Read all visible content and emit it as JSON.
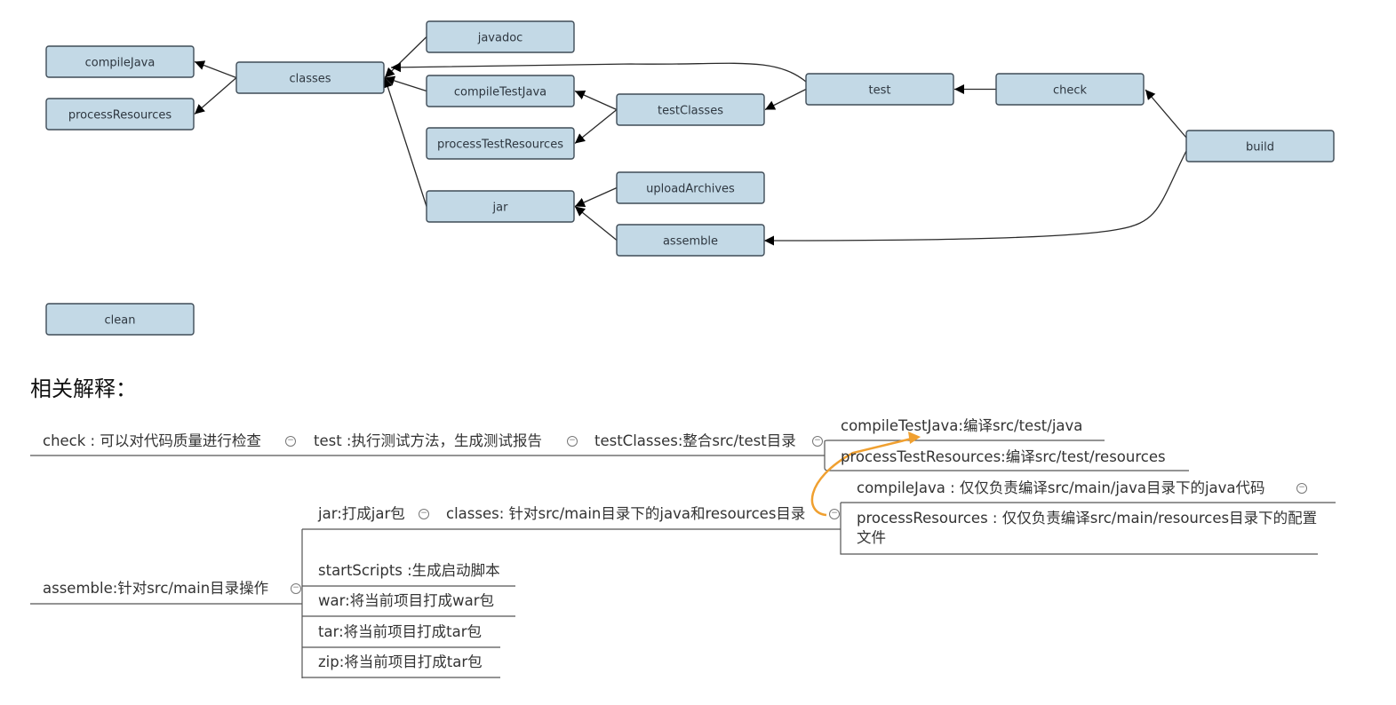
{
  "graph": {
    "nodes": [
      {
        "id": "compileJava",
        "label": "compileJava"
      },
      {
        "id": "processResources",
        "label": "processResources"
      },
      {
        "id": "classes",
        "label": "classes"
      },
      {
        "id": "javadoc",
        "label": "javadoc"
      },
      {
        "id": "compileTestJava",
        "label": "compileTestJava"
      },
      {
        "id": "processTestResources",
        "label": "processTestResources"
      },
      {
        "id": "testClasses",
        "label": "testClasses"
      },
      {
        "id": "test",
        "label": "test"
      },
      {
        "id": "check",
        "label": "check"
      },
      {
        "id": "build",
        "label": "build"
      },
      {
        "id": "jar",
        "label": "jar"
      },
      {
        "id": "uploadArchives",
        "label": "uploadArchives"
      },
      {
        "id": "assemble",
        "label": "assemble"
      },
      {
        "id": "clean",
        "label": "clean"
      }
    ],
    "edges": [
      {
        "from": "classes",
        "to": "compileJava"
      },
      {
        "from": "classes",
        "to": "processResources"
      },
      {
        "from": "javadoc",
        "to": "classes"
      },
      {
        "from": "compileTestJava",
        "to": "classes"
      },
      {
        "from": "jar",
        "to": "classes"
      },
      {
        "from": "test",
        "to": "classes"
      },
      {
        "from": "testClasses",
        "to": "compileTestJava"
      },
      {
        "from": "testClasses",
        "to": "processTestResources"
      },
      {
        "from": "test",
        "to": "testClasses"
      },
      {
        "from": "check",
        "to": "test"
      },
      {
        "from": "build",
        "to": "check"
      },
      {
        "from": "build",
        "to": "assemble"
      },
      {
        "from": "uploadArchives",
        "to": "jar"
      },
      {
        "from": "assemble",
        "to": "jar"
      }
    ]
  },
  "section_title": "相关解释：",
  "mindmap": {
    "check": "check : 可以对代码质量进行检查",
    "test": "test :执行测试方法，生成测试报告",
    "testClasses": "testClasses:整合src/test目录",
    "compileTestJava": "compileTestJava:编译src/test/java",
    "processTestResources": "processTestResources:编译src/test/resources",
    "compileJava": "compileJava : 仅仅负责编译src/main/java目录下的java代码",
    "processResources": "processResources : 仅仅负责编译src/main/resources目录下的配置文件",
    "assemble": "assemble:针对src/main目录操作",
    "jar": "jar:打成jar包",
    "classes": "classes: 针对src/main目录下的java和resources目录",
    "startScripts": "startScripts :生成启动脚本",
    "war": "war:将当前项目打成war包",
    "tar": "tar:将当前项目打成tar包",
    "zip": "zip:将当前项目打成tar包"
  },
  "colors": {
    "node_fill": "#c3d9e6",
    "node_stroke": "#3f4c57",
    "highlight_arrow": "#f0a030"
  }
}
